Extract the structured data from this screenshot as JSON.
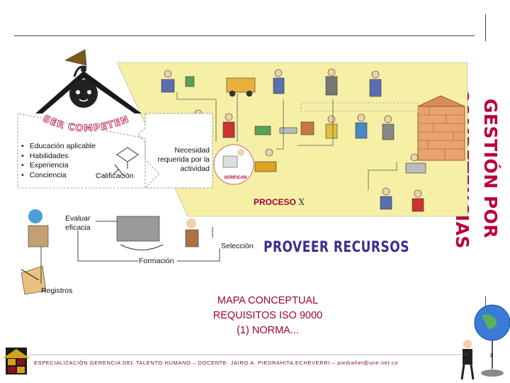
{
  "title_vertical": "GESTIÓN POR COMPETENCIAS",
  "ser_competente": "SER COMPETENTE",
  "bullets": [
    "Educación aplicable",
    "Habilidades",
    "Experiencia",
    "Conciencia"
  ],
  "labels": {
    "calificacion": "Calificación",
    "necesidad": "Necesidad requerida por la actividad",
    "evaluar": "Evaluar eficacia",
    "seleccion": "Selección",
    "formacion": "Formación",
    "registros": "Registros",
    "proceso": "PROCESO",
    "proceso_x": "X",
    "proveer": "PROVEER RECURSOS",
    "verificar": "VERIFICAR"
  },
  "mapa": [
    "MAPA CONCEPTUAL",
    "REQUISITOS ISO 9000",
    "(1) NORMA..."
  ],
  "footer_text": "ESPECIALIZACIÓN GERENCIA DEL TALENTO HUMANO – DOCENTE: JAIRO A. PIEDRAHITA ECHEVERRI –",
  "footer_email": "piedrahet@une.net.co",
  "page_number": "8",
  "colors": {
    "accent": "#b8003a",
    "process_bg": "#f6f0a6",
    "proveer": "#3b2d8c",
    "brick": "#e8a36e"
  }
}
